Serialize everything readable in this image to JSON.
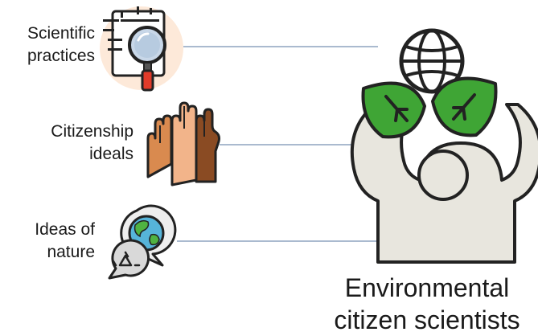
{
  "inputs": [
    {
      "line1": "Scientific",
      "line2": "practices",
      "icon": "magnifying-glass-document-icon"
    },
    {
      "line1": "Citizenship",
      "line2": "ideals",
      "icon": "raised-hands-icon"
    },
    {
      "line1": "Ideas of",
      "line2": "nature",
      "icon": "earth-recycle-speech-icon"
    }
  ],
  "central": {
    "line1": "Environmental",
    "line2": "citizen scientists",
    "icon": "person-holding-globe-leaves-icon"
  },
  "colors": {
    "connector": "#8ea3bf",
    "leaf": "#3fa535",
    "icon_stroke": "#222222",
    "body_fill": "#e8e6de",
    "circle_bg": "#fde9d9"
  }
}
